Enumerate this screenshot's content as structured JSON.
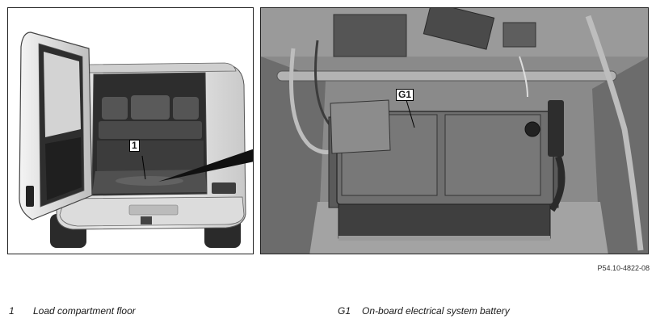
{
  "callouts": {
    "floor": "1",
    "battery": "G1"
  },
  "reference_code": "P54.10-4822-08",
  "legend": [
    {
      "number": "1",
      "text": "Load compartment floor"
    },
    {
      "number": "G1",
      "text": "On-board electrical system battery"
    }
  ]
}
